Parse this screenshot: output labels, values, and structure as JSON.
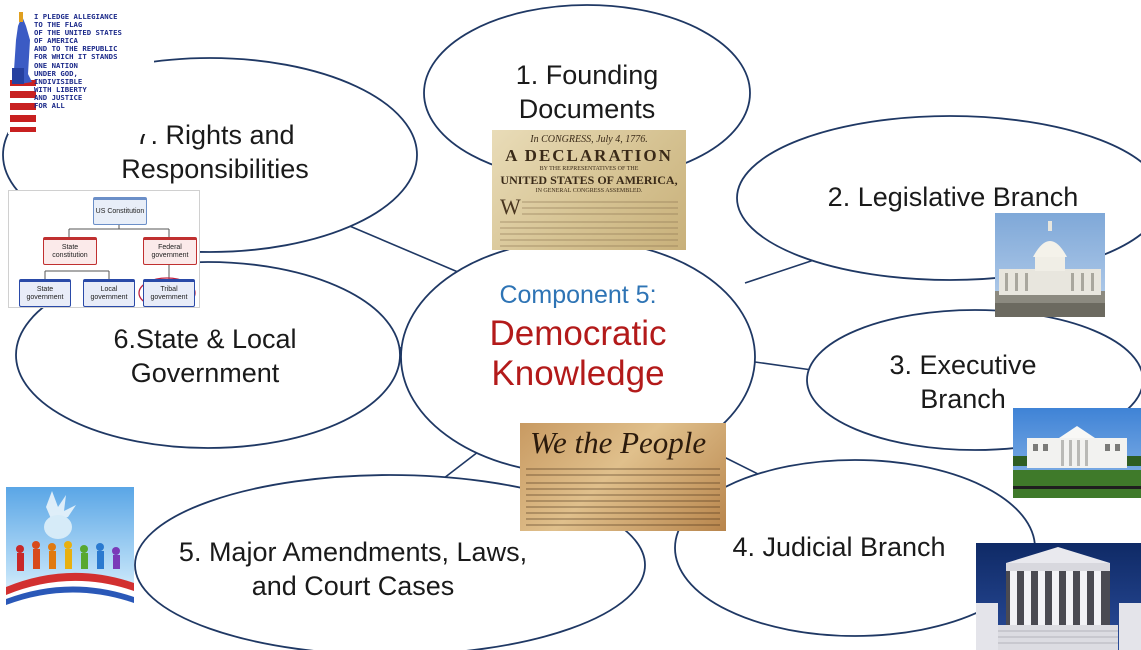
{
  "center": {
    "line1": "Component 5:",
    "line2": "Democratic",
    "line3": "Knowledge"
  },
  "topics": {
    "t1": {
      "line1": "1. Founding",
      "line2": "Documents"
    },
    "t2": {
      "line1": "2. Legislative Branch"
    },
    "t3": {
      "line1": "3. Executive",
      "line2": "Branch"
    },
    "t4": {
      "line1": "4. Judicial Branch"
    },
    "t5": {
      "line1": "5. Major Amendments, Laws,",
      "line2": "and Court Cases"
    },
    "t6": {
      "line1": "6.State & Local",
      "line2": "Government"
    },
    "t7": {
      "line1": "7. Rights and",
      "line2": "Responsibilities"
    }
  },
  "images": {
    "pledge": {
      "lines": [
        "I PLEDGE ALLEGIANCE",
        "TO THE FLAG",
        "OF THE UNITED STATES",
        "OF AMERICA",
        "AND TO THE REPUBLIC",
        "FOR WHICH IT STANDS",
        "ONE NATION",
        "UNDER GOD,",
        "INDIVISIBLE",
        "WITH LIBERTY",
        "AND JUSTICE",
        "FOR ALL"
      ]
    },
    "org_chart": {
      "us": "US Constitution",
      "state_const": "State constitution",
      "federal": "Federal government",
      "state_gov": "State government",
      "local": "Local government",
      "tribal": "Tribal government"
    },
    "declaration": {
      "line1": "In CONGRESS, July 4, 1776.",
      "line2": "A DECLARATION",
      "line3": "BY THE REPRESENTATIVES OF THE",
      "line4": "UNITED STATES OF AMERICA,",
      "line5": "IN GENERAL CONGRESS ASSEMBLED."
    },
    "constitution": {
      "heading": "We the People"
    }
  },
  "colors": {
    "outline": "#1f3864",
    "component_blue": "#2e74b5",
    "democratic_red": "#b31a1a",
    "text": "#1a1a1a"
  }
}
